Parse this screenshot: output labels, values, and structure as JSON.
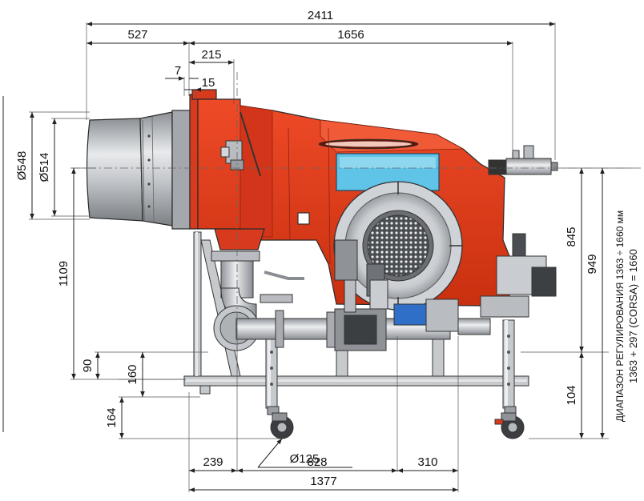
{
  "dimensions": {
    "overall_length": "2411",
    "front_section": "527",
    "rear_section": "1656",
    "flange_offset_7": "7",
    "flange_offset_215": "215",
    "flange_offset_15": "15",
    "outer_diameter": "Ø548",
    "inner_diameter": "Ø514",
    "axis_height": "1109",
    "base_height_90": "90",
    "base_height_160": "160",
    "wheel_offset_164": "164",
    "pipe_diameter": "Ø125",
    "right_height_845": "845",
    "right_height_949": "949",
    "right_height_104": "104",
    "bottom_239": "239",
    "bottom_828": "828",
    "bottom_310": "310",
    "bottom_1377": "1377"
  },
  "notes": {
    "range_line_1": "ДИАПАЗОН РЕГУЛИРОВАНИЯ 1363 ÷ 1660 мм",
    "range_line_2": "1363 + 297 (CORSA) = 1660"
  },
  "colors": {
    "body_red": "#e03a1e",
    "body_dark_red": "#b8290f",
    "metal_gray": "#b9bcc0",
    "metal_light": "#dde0e3",
    "window_blue": "#5fc4e8",
    "motor_blue": "#2f6fc7",
    "line": "#222222"
  }
}
